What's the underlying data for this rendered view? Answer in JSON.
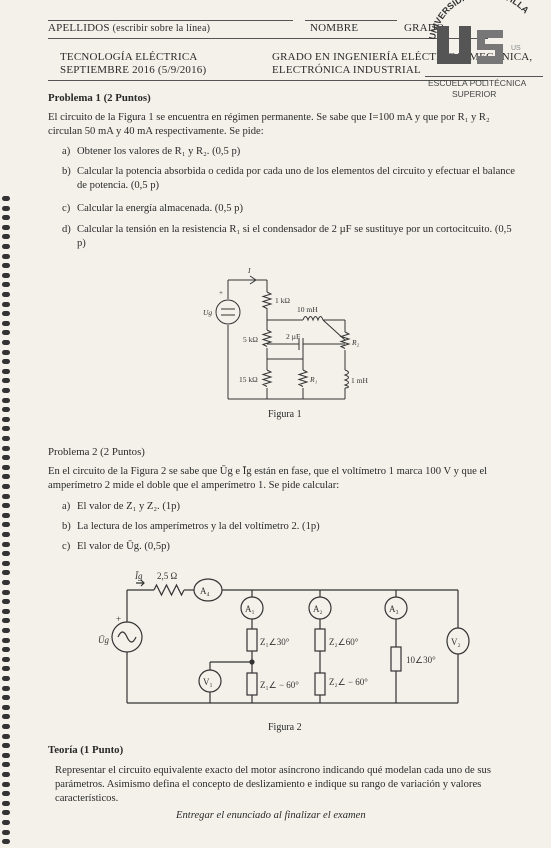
{
  "header": {
    "apellidos_label": "APELLIDOS",
    "apellidos_hint": "(escribir sobre la línea)",
    "nombre_label": "NOMBRE",
    "grado_label": "GRADO",
    "course_line1": "TECNOLOGÍA ELÉCTRICA",
    "course_line2": "SEPTIEMBRE 2016 (5/9/2016)",
    "degree_line1": "GRADO EN INGENIERÍA ELÉCTRICA, MECÁNICA,",
    "degree_line2": "ELECTRÓNICA INDUSTRIAL",
    "logo_arc": "UNIVERSIDAD DE SEVILLA",
    "logo_letters": "US",
    "logo_school1": "ESCUELA POLITÉCNICA",
    "logo_school2": "SUPERIOR"
  },
  "problem1": {
    "title": "Problema 1 (2 Puntos)",
    "intro_line1": "El circuito de la Figura 1 se encuentra en régimen permanente. Se sabe que I=100 mA y que por R₁ y R₂",
    "intro_line2": "circulan 50 mA y 40 mA respectivamente. Se pide:",
    "items": [
      {
        "label": "a)",
        "text": "Obtener los valores de R₁ y R₂. (0,5 p)"
      },
      {
        "label": "b)",
        "text": "Calcular la potencia absorbida o cedida por cada uno de los elementos del circuito y efectuar el balance de potencia. (0,5 p)"
      },
      {
        "label": "c)",
        "text": "Calcular la energía almacenada. (0,5 p)"
      },
      {
        "label": "d)",
        "text": "Calcular la tensión en la resistencia R₁ si el condensador de 2 µF se sustituye por un cortocitcuito. (0,5 p)"
      }
    ],
    "figure": {
      "caption": "Figura 1",
      "current_label": "I",
      "source_label": "Ug",
      "r1k": "1 kΩ",
      "l10": "10 mH",
      "cap": "2 µF",
      "r5k": "5 kΩ",
      "r2": "R₂",
      "r15k": "15 kΩ",
      "r1": "R₁",
      "l1": "1 mH"
    }
  },
  "problem2": {
    "title": "Problema 2 (2 Puntos)",
    "intro_line1": "En el circuito de la Figura 2 se sabe que Ūg e Īg están en fase, que el voltímetro 1 marca 100 V y que el",
    "intro_line2": "amperímetro 2 mide el doble que el amperímetro 1. Se pide calcular:",
    "items": [
      {
        "label": "a)",
        "text": "El valor de Z₁ y Z₂. (1p)"
      },
      {
        "label": "b)",
        "text": "La lectura de los amperímetros y la del voltímetro 2. (1p)"
      },
      {
        "label": "c)",
        "text": "El valor de Ūg. (0,5p)"
      }
    ],
    "figure": {
      "caption": "Figura 2",
      "ig": "Īg",
      "rs": "2,5 Ω",
      "a4": "A₄",
      "a1": "A₁",
      "a2": "A₂",
      "a3": "A₃",
      "v1": "V₁",
      "v2": "V₂",
      "ug": "Ūg",
      "z1a": "Z₁∠30°",
      "z1b": "Z₁∠ − 60°",
      "z2a": "Z₂∠60°",
      "z2b": "Z₂∠ − 60°",
      "z3": "10∠30°",
      "plus": "+"
    }
  },
  "theory": {
    "title": "Teoría (1 Punto)",
    "line1": "Representar el circuito equivalente exacto del motor asíncrono indicando qué modelan cada uno de sus",
    "line2": "parámetros. Asimismo defina el concepto de deslizamiento e indique su rango de variación y valores",
    "line3": "característicos."
  },
  "footer": "Entregar el enunciado al finalizar el examen"
}
